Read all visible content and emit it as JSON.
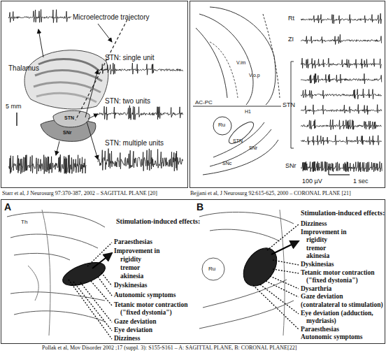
{
  "diagram": {
    "labels": [
      "Microelectrode trajectory",
      "Thalamus",
      "5 mm",
      "STN",
      "SNr",
      "STN: single unit",
      "STN: two units",
      "STN: multiple units",
      "Rt",
      "ZI",
      "STN",
      "SNr",
      "V.im",
      "V.o.p",
      "AC-PC",
      "H1",
      "Ru",
      "STN",
      "SNr",
      "SNc",
      "100 µV",
      "1 sec",
      "Starr et al, J Neurosurg 97:370-387, 2002 – SAGITTAL PLANE [20]",
      "Bejjani et al, J Neurosurg 92:615-625, 2000 – CORONAL PLANE [21]",
      "A",
      "Th",
      "Stimulation-induced effects:",
      "Paraesthesias",
      "Improvement in",
      "rigidity",
      "tremor",
      "akinesia",
      "Dyskinesias",
      "Autonomic symptoms",
      "Tetanic motor contraction",
      "(\"fixed dystonia\")",
      "Gaze deviation",
      "Eye deviation",
      "Dizziness",
      "B",
      "Ru",
      "Stimulation-induced effects:",
      "Dizziness",
      "Improvement in",
      "rigidity",
      "tremor",
      "akinesia",
      "Dyskinesias",
      "Tetanic motor contraction",
      "(\"fixed dystonia\")",
      "Dysarthria",
      "Gaze deviation",
      "(contralateral to stimulation)",
      "Eye deviation (adduction,",
      "mydriasis)",
      "Paraesthesias",
      "Autonomic symptoms",
      "Pollak et al, Mov Disorder 2002 ;17 (suppl. 3): S155-S161 – A: SAGITTAL PLANE, B: CORONAL PLANE[22]"
    ]
  }
}
